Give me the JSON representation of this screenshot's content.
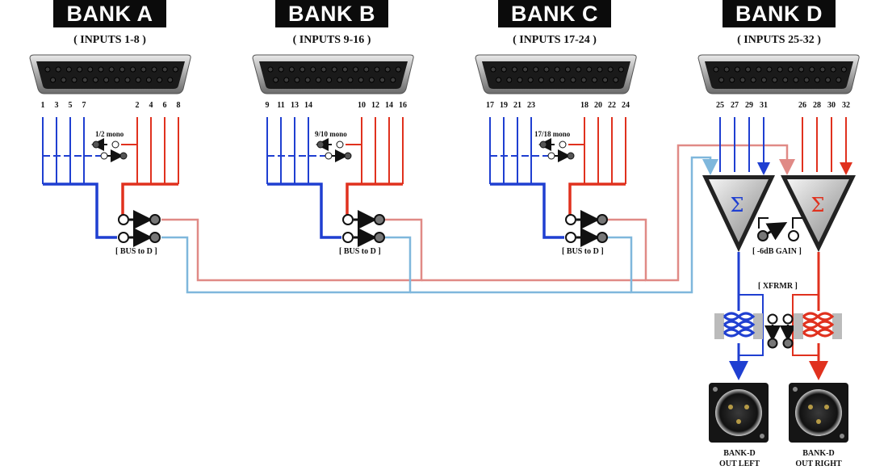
{
  "banks": [
    {
      "title": "BANK A",
      "subtitle": "( INPUTS 1-8 )",
      "left_pins": [
        "1",
        "3",
        "5",
        "7"
      ],
      "right_pins": [
        "2",
        "4",
        "6",
        "8"
      ],
      "mono_label": "1/2 mono",
      "bus_label": "[ BUS to D ]"
    },
    {
      "title": "BANK B",
      "subtitle": "( INPUTS 9-16 )",
      "left_pins": [
        "9",
        "11",
        "13",
        "14"
      ],
      "right_pins": [
        "10",
        "12",
        "14",
        "16"
      ],
      "mono_label": "9/10 mono",
      "bus_label": "[ BUS to D ]"
    },
    {
      "title": "BANK C",
      "subtitle": "( INPUTS 17-24 )",
      "left_pins": [
        "17",
        "19",
        "21",
        "23"
      ],
      "right_pins": [
        "18",
        "20",
        "22",
        "24"
      ],
      "mono_label": "17/18 mono",
      "bus_label": "[ BUS to D ]"
    },
    {
      "title": "BANK D",
      "subtitle": "( INPUTS 25-32 )",
      "left_pins": [
        "25",
        "27",
        "29",
        "31"
      ],
      "right_pins": [
        "26",
        "28",
        "30",
        "32"
      ]
    }
  ],
  "summing": {
    "symbol": "Σ",
    "gain_label": "[ -6dB GAIN ]"
  },
  "transformer": {
    "label": "[ XFRMR ]"
  },
  "outputs": [
    {
      "line1": "BANK-D",
      "line2": "OUT LEFT"
    },
    {
      "line1": "BANK-D",
      "line2": "OUT RIGHT"
    }
  ],
  "colors": {
    "left_channel": "#1f3fd1",
    "right_channel": "#e0311e",
    "bus_left": "#7fb7dc",
    "bus_right": "#e08a86",
    "label_bg": "#0b0b0b"
  }
}
